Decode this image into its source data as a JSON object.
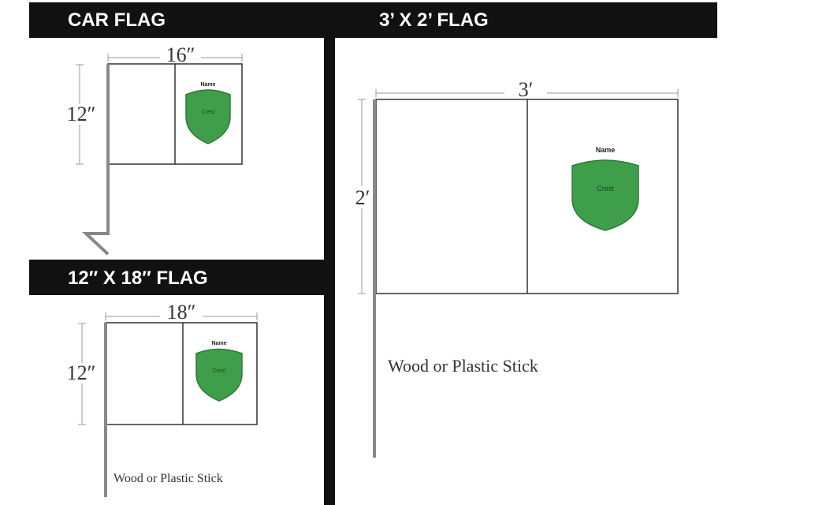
{
  "panels": {
    "car": {
      "header": "CAR FLAG",
      "width_label": "16″",
      "height_label": "12″",
      "name_label": "Name",
      "crest_label": "Crest"
    },
    "medium": {
      "header": "12″ X 18″ FLAG",
      "width_label": "18″",
      "height_label": "12″",
      "name_label": "Name",
      "crest_label": "Crest",
      "stick_label": "Wood or Plastic Stick"
    },
    "large": {
      "header": "3’ X 2’ FLAG",
      "width_label": "3′",
      "height_label": "2′",
      "name_label": "Name",
      "crest_label": "Crest",
      "stick_label": "Wood or Plastic Stick"
    }
  },
  "colors": {
    "header_bg": "#111111",
    "crest_fill": "#3f9e4a",
    "crest_stroke": "#2f7a38",
    "outline": "#333333",
    "stick": "#888888"
  }
}
